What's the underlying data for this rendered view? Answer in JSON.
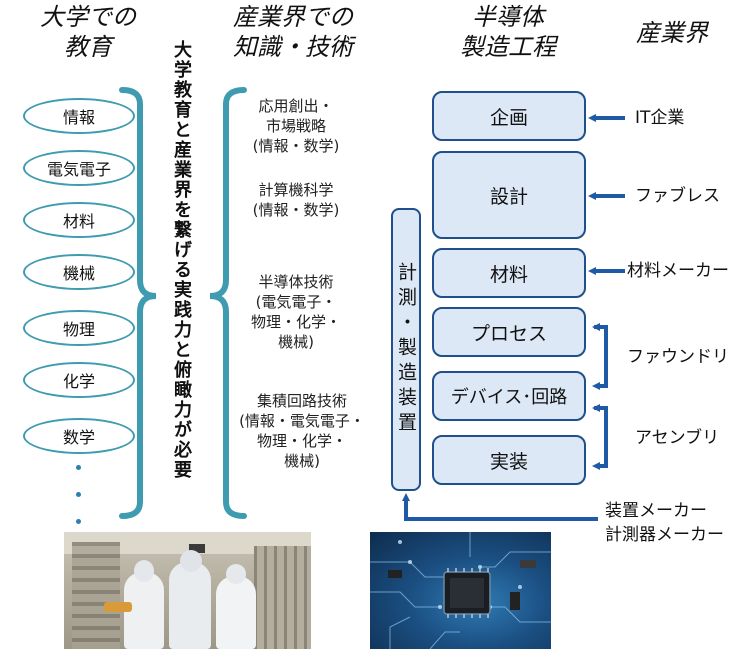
{
  "headers": {
    "university": "大学での\n教育",
    "knowledge": "産業界での\n知識・技術",
    "process": "半導体\n製造工程",
    "industry": "産業界"
  },
  "subjects": [
    "情報",
    "電気電子",
    "材料",
    "機械",
    "物理",
    "化学",
    "数学"
  ],
  "bridge_text": "大学教育と産業界を繋げる実践力と俯瞰力が必要",
  "knowledge": [
    "応用創出・\n市場戦略\n(情報・数学)",
    "計算機科学\n(情報・数学)",
    "半導体技術\n(電気電子・\n物理・化学・\n機械)",
    "集積回路技術\n(情報・電気電子・\n物理・化学・\n機械)"
  ],
  "processes": [
    "企画",
    "設計",
    "材料",
    "プロセス",
    "デバイス･回路",
    "実装"
  ],
  "measurement_box": "計測・製造装置",
  "industries": {
    "it": "IT企業",
    "fabless": "ファブレス",
    "materials": "材料メーカー",
    "foundry": "ファウンドリ",
    "assembly": "アセンブリ",
    "equipment": "装置メーカー\n計測器メーカー"
  },
  "colors": {
    "oval_border": "#3f9bb0",
    "bracket": "#3f9bb0",
    "process_fill": "#dde8f6",
    "process_border": "#1f4f8c",
    "arrow": "#1f5aa6",
    "dots": "#2c7fb0"
  },
  "images": [
    {
      "icon": "cleanroom-photo"
    },
    {
      "icon": "circuit-board-photo"
    }
  ]
}
